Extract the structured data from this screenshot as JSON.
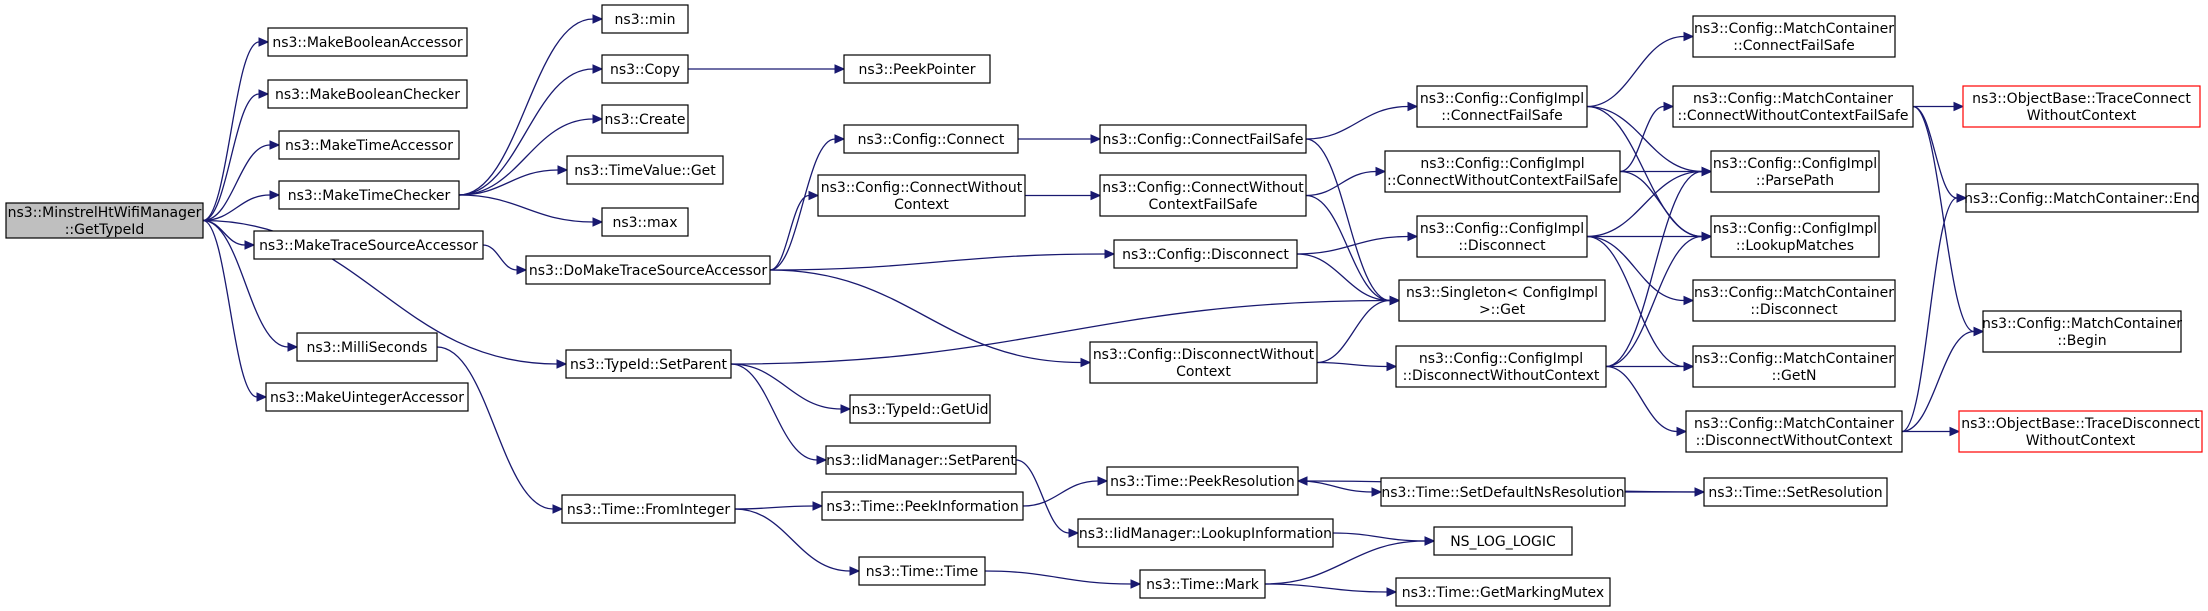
{
  "colors": {
    "edge": "#191970",
    "node_border": "#000000",
    "root_fill": "#bfbfbf",
    "external_border": "#ff0000"
  },
  "nodes": [
    {
      "id": "root",
      "label": [
        "ns3::MinstrelHtWifiManager",
        "::GetTypeId"
      ],
      "kind": "root"
    },
    {
      "id": "mba",
      "label": [
        "ns3::MakeBooleanAccessor"
      ]
    },
    {
      "id": "mbc",
      "label": [
        "ns3::MakeBooleanChecker"
      ]
    },
    {
      "id": "mta",
      "label": [
        "ns3::MakeTimeAccessor"
      ]
    },
    {
      "id": "mtc",
      "label": [
        "ns3::MakeTimeChecker"
      ]
    },
    {
      "id": "mtsa",
      "label": [
        "ns3::MakeTraceSourceAccessor"
      ]
    },
    {
      "id": "ms",
      "label": [
        "ns3::MilliSeconds"
      ]
    },
    {
      "id": "mua",
      "label": [
        "ns3::MakeUintegerAccessor"
      ]
    },
    {
      "id": "min",
      "label": [
        "ns3::min"
      ]
    },
    {
      "id": "copy",
      "label": [
        "ns3::Copy"
      ]
    },
    {
      "id": "create",
      "label": [
        "ns3::Create"
      ]
    },
    {
      "id": "tvget",
      "label": [
        "ns3::TimeValue::Get"
      ]
    },
    {
      "id": "max",
      "label": [
        "ns3::max"
      ]
    },
    {
      "id": "peekptr",
      "label": [
        "ns3::PeekPointer"
      ]
    },
    {
      "id": "dmtsa",
      "label": [
        "ns3::DoMakeTraceSourceAccessor"
      ]
    },
    {
      "id": "tsp",
      "label": [
        "ns3::TypeId::SetParent"
      ]
    },
    {
      "id": "tfi",
      "label": [
        "ns3::Time::FromInteger"
      ]
    },
    {
      "id": "cconn",
      "label": [
        "ns3::Config::Connect"
      ]
    },
    {
      "id": "ccwc",
      "label": [
        "ns3::Config::ConnectWithout",
        "Context"
      ]
    },
    {
      "id": "cdisc",
      "label": [
        "ns3::Config::Disconnect"
      ]
    },
    {
      "id": "cdwc",
      "label": [
        "ns3::Config::DisconnectWithout",
        "Context"
      ]
    },
    {
      "id": "tgu",
      "label": [
        "ns3::TypeId::GetUid"
      ]
    },
    {
      "id": "imsp",
      "label": [
        "ns3::IidManager::SetParent"
      ]
    },
    {
      "id": "tpi",
      "label": [
        "ns3::Time::PeekInformation"
      ]
    },
    {
      "id": "ttime",
      "label": [
        "ns3::Time::Time"
      ]
    },
    {
      "id": "ccfs",
      "label": [
        "ns3::Config::ConnectFailSafe"
      ]
    },
    {
      "id": "ccwcfs",
      "label": [
        "ns3::Config::ConnectWithout",
        "ContextFailSafe"
      ]
    },
    {
      "id": "tpr",
      "label": [
        "ns3::Time::PeekResolution"
      ]
    },
    {
      "id": "imli",
      "label": [
        "ns3::IidManager::LookupInformation"
      ]
    },
    {
      "id": "tmark",
      "label": [
        "ns3::Time::Mark"
      ]
    },
    {
      "id": "cicfs",
      "label": [
        "ns3::Config::ConfigImpl",
        "::ConnectFailSafe"
      ]
    },
    {
      "id": "cicwcfs",
      "label": [
        "ns3::Config::ConfigImpl",
        "::ConnectWithoutContextFailSafe"
      ]
    },
    {
      "id": "cid",
      "label": [
        "ns3::Config::ConfigImpl",
        "::Disconnect"
      ]
    },
    {
      "id": "sget",
      "label": [
        "ns3::Singleton< ConfigImpl",
        " >::Get"
      ]
    },
    {
      "id": "cidwc",
      "label": [
        "ns3::Config::ConfigImpl",
        "::DisconnectWithoutContext"
      ]
    },
    {
      "id": "tsdnr",
      "label": [
        "ns3::Time::SetDefaultNsResolution"
      ]
    },
    {
      "id": "nll",
      "label": [
        "NS_LOG_LOGIC"
      ]
    },
    {
      "id": "tgmm",
      "label": [
        "ns3::Time::GetMarkingMutex"
      ]
    },
    {
      "id": "cmccfs",
      "label": [
        "ns3::Config::MatchContainer",
        "::ConnectFailSafe"
      ]
    },
    {
      "id": "cmccwcfs",
      "label": [
        "ns3::Config::MatchContainer",
        "::ConnectWithoutContextFailSafe"
      ]
    },
    {
      "id": "cipp",
      "label": [
        "ns3::Config::ConfigImpl",
        "::ParsePath"
      ]
    },
    {
      "id": "cilm",
      "label": [
        "ns3::Config::ConfigImpl",
        "::LookupMatches"
      ]
    },
    {
      "id": "cmcd",
      "label": [
        "ns3::Config::MatchContainer",
        "::Disconnect"
      ]
    },
    {
      "id": "cmcgn",
      "label": [
        "ns3::Config::MatchContainer",
        "::GetN"
      ]
    },
    {
      "id": "cmcdwc",
      "label": [
        "ns3::Config::MatchContainer",
        "::DisconnectWithoutContext"
      ]
    },
    {
      "id": "tsr",
      "label": [
        "ns3::Time::SetResolution"
      ]
    },
    {
      "id": "obtc",
      "label": [
        "ns3::ObjectBase::TraceConnect",
        "WithoutContext"
      ],
      "kind": "ext"
    },
    {
      "id": "cmce",
      "label": [
        "ns3::Config::MatchContainer::End"
      ]
    },
    {
      "id": "cmcb",
      "label": [
        "ns3::Config::MatchContainer",
        "::Begin"
      ]
    },
    {
      "id": "obtd",
      "label": [
        "ns3::ObjectBase::TraceDisconnect",
        "WithoutContext"
      ],
      "kind": "ext"
    }
  ]
}
